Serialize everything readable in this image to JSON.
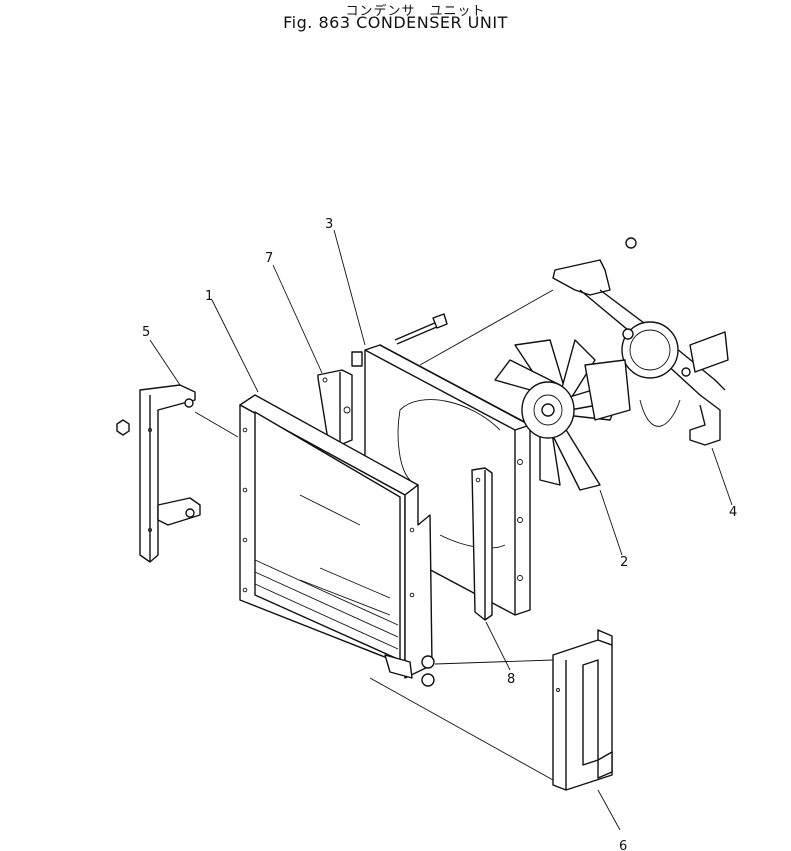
{
  "title": {
    "japanese": "コンデンサ　ユニット",
    "english": "Fig. 863 CONDENSER UNIT"
  },
  "callouts": [
    "1",
    "2",
    "3",
    "4",
    "5",
    "6",
    "7",
    "8"
  ]
}
